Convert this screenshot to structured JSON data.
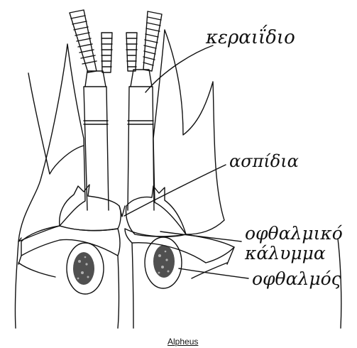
{
  "labels": {
    "antenna": "κεραιΐδιο",
    "scale": "ασπίδια",
    "eye_cover_line1": "οφθαλμικό",
    "eye_cover_line2": "κάλυμμα",
    "eye": "οφθαλμός"
  },
  "caption": "Alpheus",
  "colors": {
    "ink": "#111111",
    "paper": "#ffffff"
  }
}
